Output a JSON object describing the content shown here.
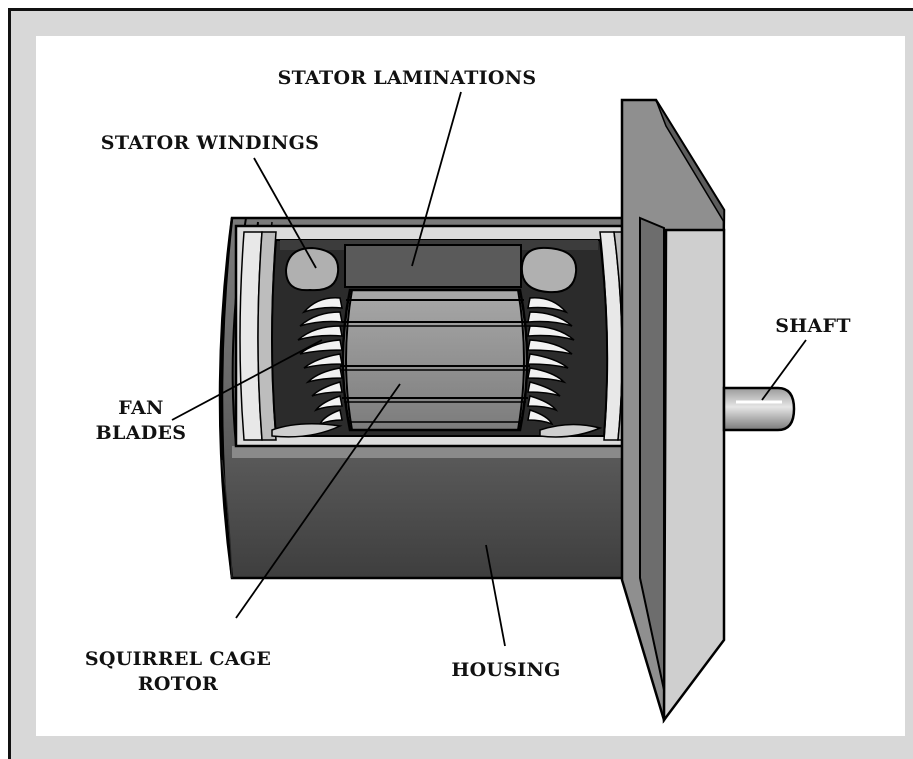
{
  "labels": {
    "stator_laminations": "STATOR  LAMINATIONS",
    "stator_windings": "STATOR  WINDINGS",
    "shaft": "SHAFT",
    "fan_line1": "FAN",
    "fan_line2": "BLADES",
    "rotor_line1": "SQUIRREL CAGE",
    "rotor_line2": "ROTOR",
    "housing": "HOUSING"
  },
  "colors": {
    "housing_dark": "#4d4d4d",
    "housing_mid": "#6e6e6e",
    "housing_light": "#9a9a9a",
    "plate_face": "#c8c8c8",
    "plate_edge": "#8a8a8a",
    "interior_dark": "#2a2a2a",
    "rotor": "#8c8c8c",
    "outline": "#000000"
  }
}
